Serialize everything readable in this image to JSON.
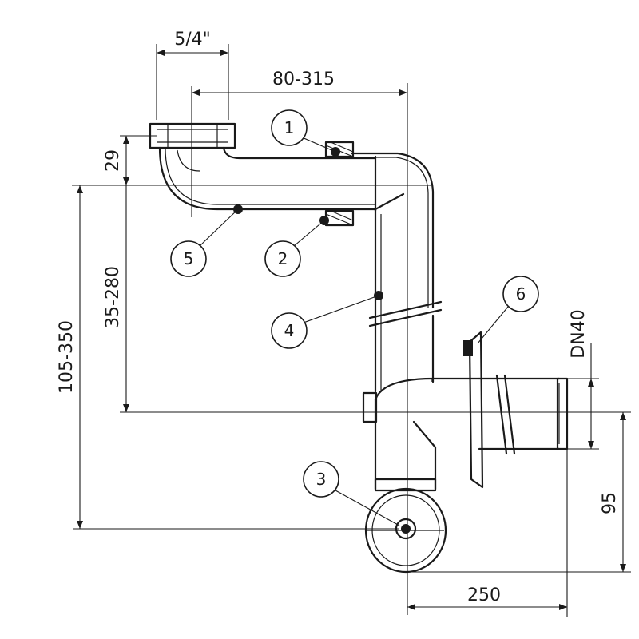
{
  "dimensions": {
    "thread": "5/4\"",
    "horizontal_length": "80-315",
    "top_height": "29",
    "upper_vertical": "35-280",
    "total_height": "105-350",
    "outlet": "DN40",
    "bottom_height": "95",
    "width": "250"
  },
  "callouts": [
    {
      "label": "1"
    },
    {
      "label": "2"
    },
    {
      "label": "3"
    },
    {
      "label": "4"
    },
    {
      "label": "5"
    },
    {
      "label": "6"
    }
  ]
}
